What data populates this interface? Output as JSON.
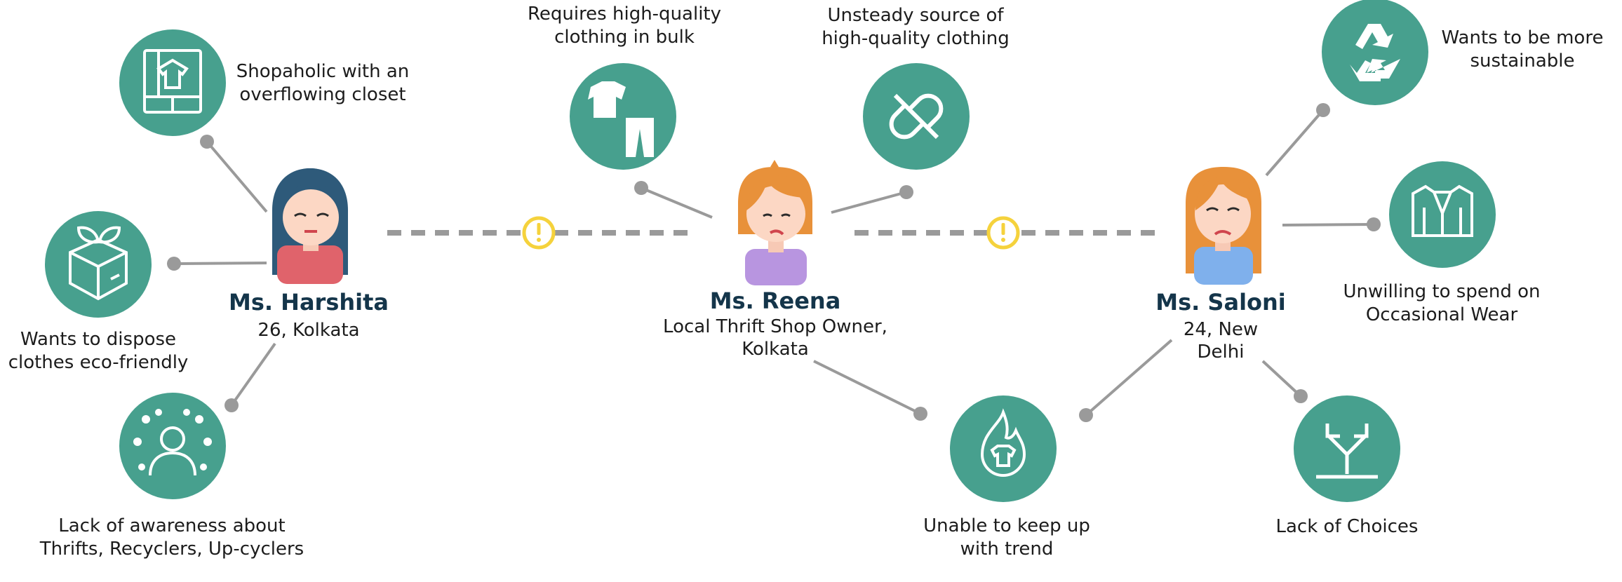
{
  "colors": {
    "teal": "#47a08e",
    "connector": "#9a9a9a",
    "dash": "#9a9a9a",
    "warning": "#f5d23c",
    "name_text": "#14354a"
  },
  "personas": [
    {
      "name": "Ms. Harshita",
      "details": [
        "26, Kolkata"
      ]
    },
    {
      "name": "Ms. Reena",
      "details": [
        "Local Thrift Shop Owner,",
        "Kolkata"
      ]
    },
    {
      "name": "Ms. Saloni",
      "details": [
        "24, New",
        "Delhi"
      ]
    }
  ],
  "needs": [
    {
      "icon": "wardrobe-icon",
      "text": [
        "Shopaholic with an",
        "overflowing closet"
      ]
    },
    {
      "icon": "eco-box-icon",
      "text": [
        "Wants to dispose",
        "clothes eco-friendly"
      ]
    },
    {
      "icon": "confused-person-icon",
      "text": [
        "Lack of awareness about",
        "Thrifts, Recyclers, Up-cyclers"
      ]
    },
    {
      "icon": "clothing-icon",
      "text": [
        "Requires high-quality",
        "clothing in bulk"
      ]
    },
    {
      "icon": "broken-link-icon",
      "text": [
        "Unsteady source of",
        "high-quality clothing"
      ]
    },
    {
      "icon": "trend-fire-icon",
      "text": [
        "Unable to keep up",
        "with trend"
      ]
    },
    {
      "icon": "recycle-icon",
      "text": [
        "Wants to be more",
        "sustainable"
      ]
    },
    {
      "icon": "jacket-icon",
      "text": [
        "Unwilling to spend on",
        "Occasional Wear"
      ]
    },
    {
      "icon": "split-arrows-icon",
      "text": [
        "Lack of Choices"
      ]
    }
  ]
}
